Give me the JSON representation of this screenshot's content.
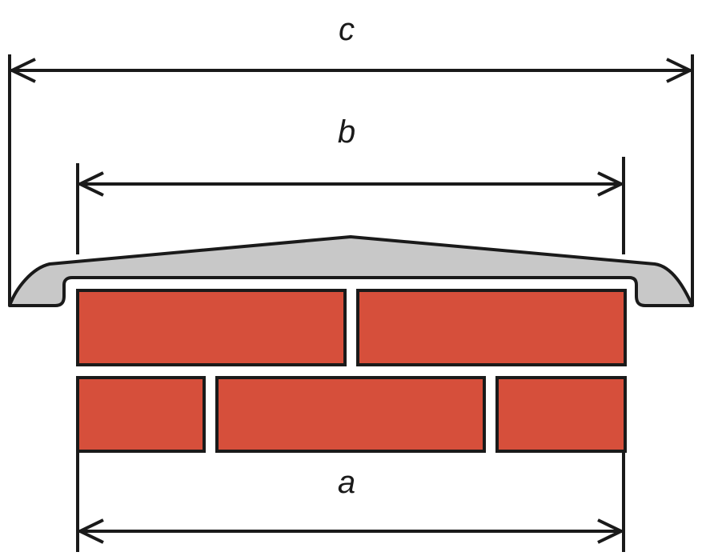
{
  "labels": {
    "a": "a",
    "b": "b",
    "c": "c"
  },
  "colors": {
    "brick": "#d64f3b",
    "cap": "#c8c8c8",
    "line": "#1a1a1a"
  },
  "brick_rows": [
    {
      "count": 2
    },
    {
      "count": 3
    }
  ]
}
